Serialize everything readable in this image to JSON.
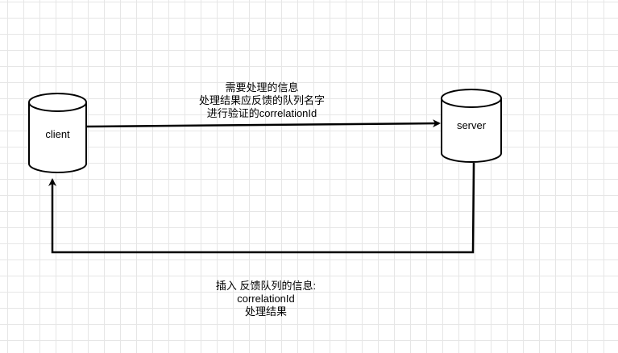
{
  "nodes": {
    "client": {
      "label": "client",
      "shape": "cylinder"
    },
    "server": {
      "label": "server",
      "shape": "cylinder"
    }
  },
  "edges": {
    "request": {
      "from": "client",
      "to": "server",
      "label_lines": [
        "需要处理的信息",
        "处理结果应反馈的队列名字",
        "进行验证的correlationId"
      ]
    },
    "response": {
      "from": "server",
      "to": "client",
      "label_lines": [
        "插入 反馈队列的信息:",
        "correlationId",
        "处理结果"
      ]
    }
  },
  "style": {
    "stroke_color": "#000000",
    "fill_color": "#ffffff",
    "grid_color": "#e6e6e6"
  }
}
